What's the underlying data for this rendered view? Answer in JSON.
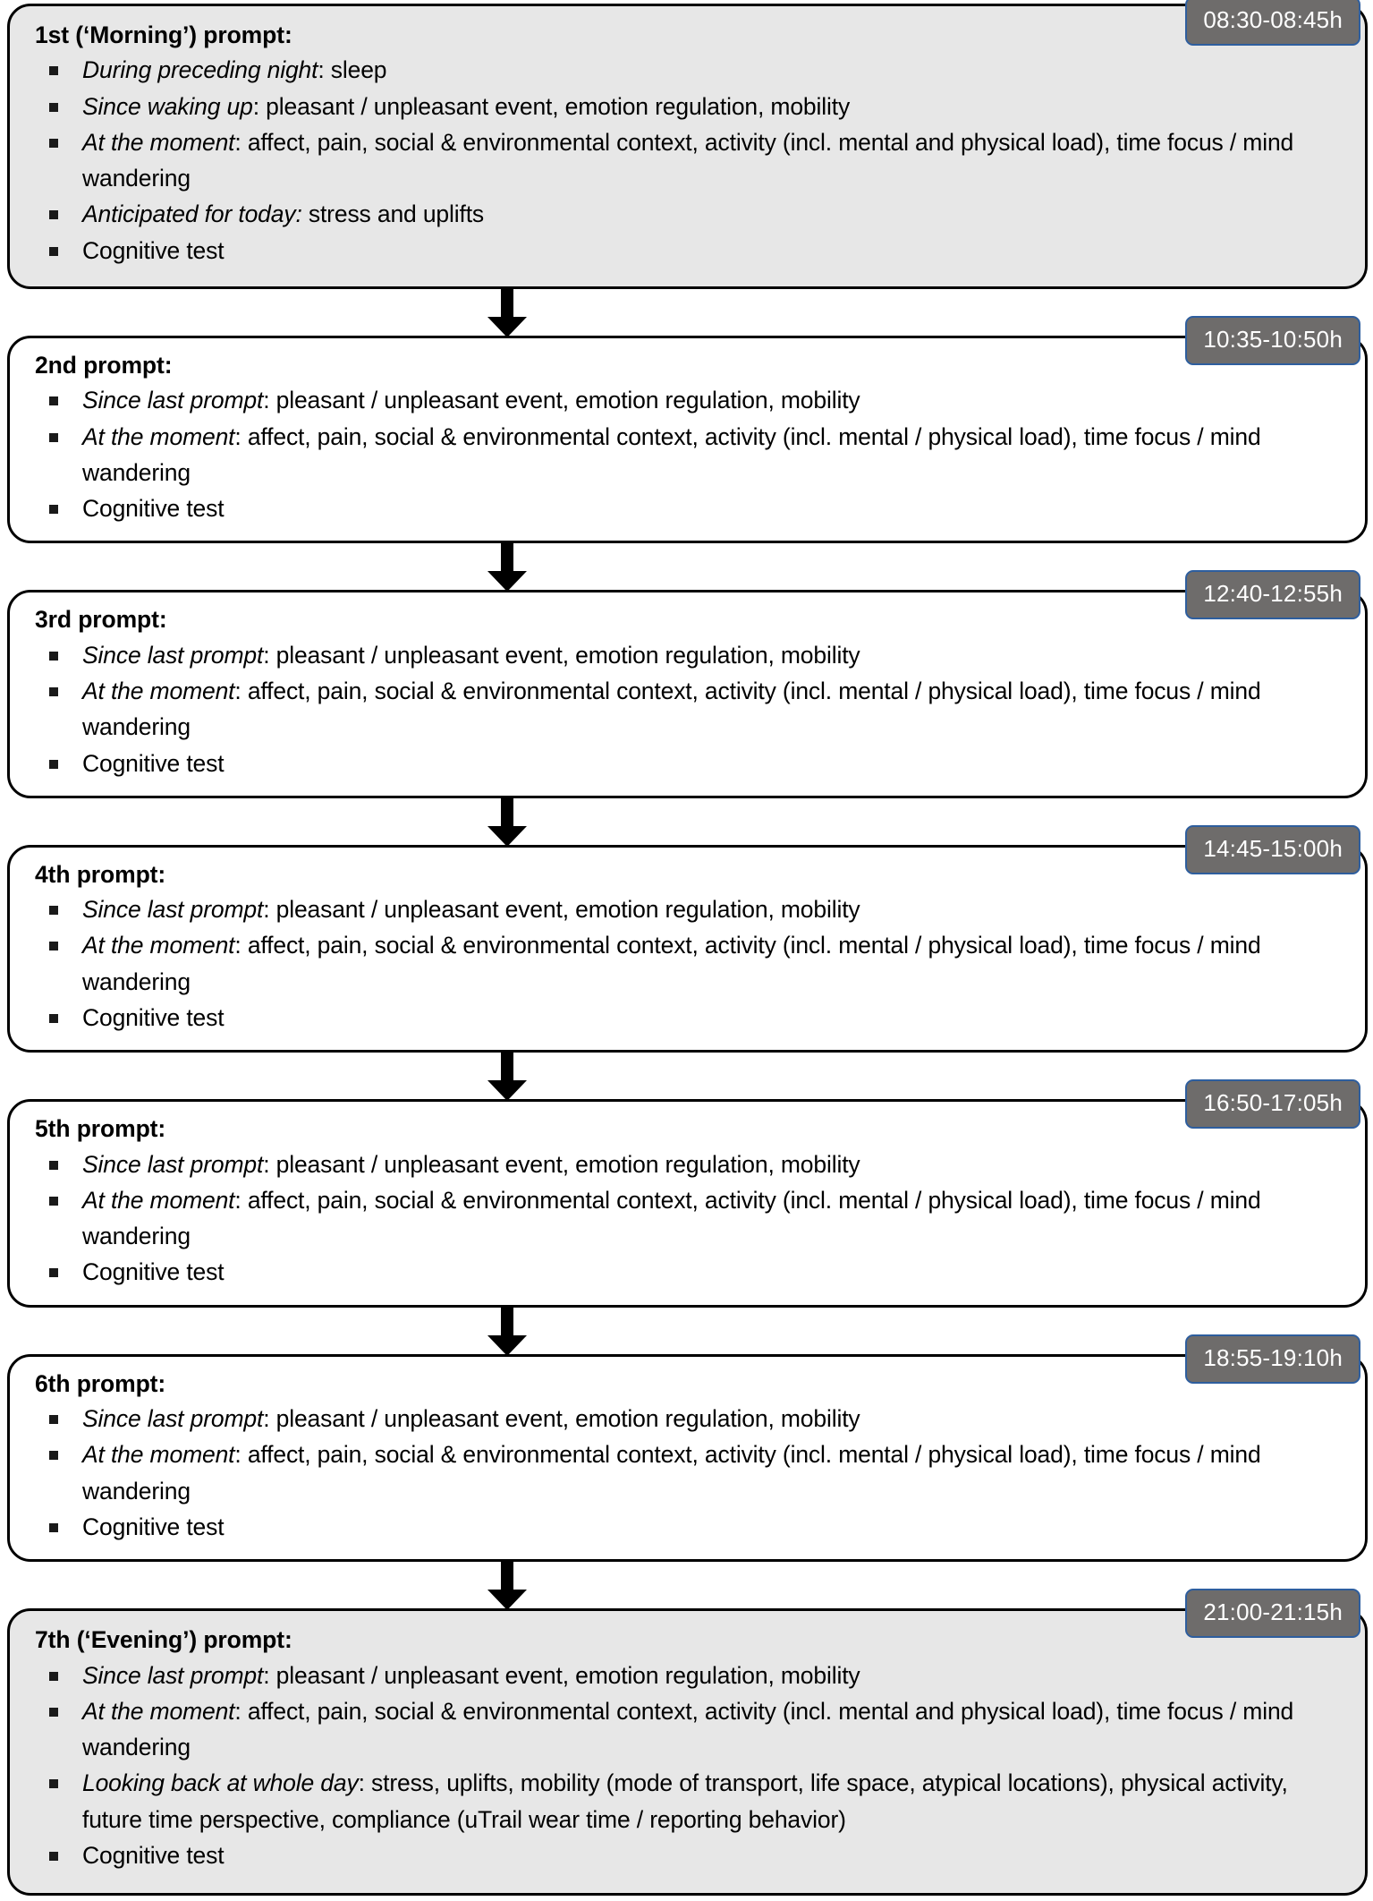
{
  "figure": {
    "type": "flow-diagram",
    "title": "Daily ambulatory assessment prompt schedule",
    "badge_fill": "#6e6c6b",
    "badge_border": "#2e5e9e",
    "shaded_card_fill": "#e7e7e7",
    "plain_card_fill": "#ffffff",
    "card_border": "#000000",
    "bullet_glyph": "square-bullet"
  },
  "prompts": [
    {
      "id": "prompt-1",
      "title": "1st (‘Morning’) prompt:",
      "time": "08:30-08:45h",
      "shaded": true,
      "items": [
        {
          "lead": "During preceding night",
          "rest": ": sleep"
        },
        {
          "lead": "Since waking up",
          "rest": ": pleasant / unpleasant event, emotion regulation, mobility"
        },
        {
          "lead": "At the moment",
          "rest": ": affect, pain, social & environmental context, activity (incl. mental and physical load), time focus / mind wandering"
        },
        {
          "lead": "Anticipated for today:",
          "rest": " stress and uplifts"
        },
        {
          "lead": "",
          "rest": "Cognitive test"
        }
      ]
    },
    {
      "id": "prompt-2",
      "title": "2nd prompt:",
      "time": "10:35-10:50h",
      "shaded": false,
      "items": [
        {
          "lead": "Since last prompt",
          "rest": ": pleasant / unpleasant event, emotion regulation, mobility"
        },
        {
          "lead": "At the moment",
          "rest": ": affect, pain, social & environmental context, activity (incl. mental / physical load), time focus / mind wandering"
        },
        {
          "lead": "",
          "rest": "Cognitive test"
        }
      ]
    },
    {
      "id": "prompt-3",
      "title": "3rd prompt:",
      "time": "12:40-12:55h",
      "shaded": false,
      "items": [
        {
          "lead": "Since last prompt",
          "rest": ": pleasant / unpleasant event, emotion regulation, mobility"
        },
        {
          "lead": "At the moment",
          "rest": ": affect, pain, social & environmental context, activity (incl. mental / physical load), time focus / mind wandering"
        },
        {
          "lead": "",
          "rest": "Cognitive test"
        }
      ]
    },
    {
      "id": "prompt-4",
      "title": "4th prompt:",
      "time": "14:45-15:00h",
      "shaded": false,
      "items": [
        {
          "lead": "Since last prompt",
          "rest": ": pleasant / unpleasant event, emotion regulation, mobility"
        },
        {
          "lead": "At the moment",
          "rest": ": affect, pain, social & environmental context, activity (incl. mental / physical load), time focus / mind wandering"
        },
        {
          "lead": "",
          "rest": "Cognitive test"
        }
      ]
    },
    {
      "id": "prompt-5",
      "title": "5th prompt:",
      "time": "16:50-17:05h",
      "shaded": false,
      "items": [
        {
          "lead": "Since last prompt",
          "rest": ": pleasant / unpleasant event, emotion regulation, mobility"
        },
        {
          "lead": "At the moment",
          "rest": ": affect, pain, social & environmental context, activity (incl. mental / physical load), time focus / mind wandering"
        },
        {
          "lead": "",
          "rest": "Cognitive test"
        }
      ]
    },
    {
      "id": "prompt-6",
      "title": "6th prompt:",
      "time": "18:55-19:10h",
      "shaded": false,
      "items": [
        {
          "lead": "Since last prompt",
          "rest": ": pleasant / unpleasant event, emotion regulation, mobility"
        },
        {
          "lead": "At the moment",
          "rest": ": affect, pain, social & environmental context, activity (incl. mental / physical load), time focus / mind wandering"
        },
        {
          "lead": "",
          "rest": "Cognitive test"
        }
      ]
    },
    {
      "id": "prompt-7",
      "title": "7th (‘Evening’) prompt:",
      "time": "21:00-21:15h",
      "shaded": true,
      "items": [
        {
          "lead": "Since last prompt",
          "rest": ": pleasant / unpleasant event, emotion regulation, mobility"
        },
        {
          "lead": "At the moment",
          "rest": ": affect, pain, social & environmental context, activity (incl. mental and physical load), time focus / mind wandering"
        },
        {
          "lead": "Looking back at whole day",
          "rest": ": stress, uplifts, mobility (mode of transport, life space, atypical locations), physical activity, future time perspective, compliance (uTrail wear time / reporting behavior)"
        },
        {
          "lead": "",
          "rest": "Cognitive test"
        }
      ]
    }
  ]
}
